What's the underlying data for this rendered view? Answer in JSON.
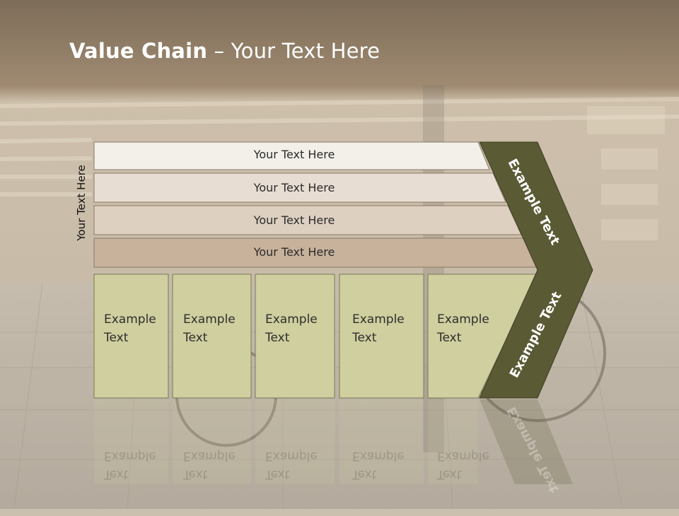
{
  "slide": {
    "title_bold": "Value Chain",
    "title_rest": " – Your Text Here",
    "side_label": "Your Text Here"
  },
  "bars": [
    {
      "label": "Your Text Here"
    },
    {
      "label": "Your Text Here"
    },
    {
      "label": "Your Text Here"
    },
    {
      "label": "Your Text Here"
    }
  ],
  "boxes": [
    {
      "line1": "Example",
      "line2": "Text"
    },
    {
      "line1": "Example",
      "line2": "Text"
    },
    {
      "line1": "Example",
      "line2": "Text"
    },
    {
      "line1": "Example",
      "line2": "Text"
    },
    {
      "line1": "Example",
      "line2": "Text"
    }
  ],
  "chevrons": {
    "top_label": "Example Text",
    "bottom_label": "Example Text"
  },
  "colors": {
    "header_band": "#8c7a63",
    "bar_1": "#f3f0ea",
    "bar_2": "#e8ddd2",
    "bar_3": "#ddd0c1",
    "bar_4": "#c8b29b",
    "box_fill": "#cfcf9f",
    "chevron": "#5a5a35"
  }
}
